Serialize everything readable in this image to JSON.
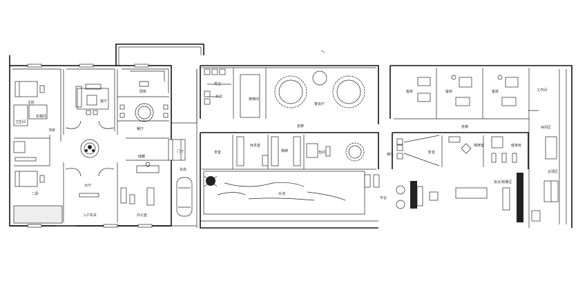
{
  "plan": {
    "rooms": {
      "master_bedroom": "主卧",
      "closet": "衣帽间",
      "bath1": "卫生间",
      "study": "书房",
      "second_bedroom": "二卧",
      "living_room": "客厅",
      "dining": "餐厅",
      "kitchen": "厨房",
      "storage": "储藏",
      "hall": "大厅",
      "entrance": "入户玄关",
      "office": "办公室",
      "garage": "车库",
      "lobby": "门厅",
      "toilet_m": "男卫",
      "toilet_f": "女卫",
      "stair": "楼梯间",
      "banquet": "宴会厅",
      "corridor_a": "走廊",
      "tea_room": "茶室",
      "rest1": "休息室",
      "rest2": "棋牌",
      "vip_dining": "包间",
      "pool": "水池",
      "terrace": "平台",
      "guest1": "客房",
      "guest2": "客房",
      "guest3": "客房",
      "corridor_b": "走廊",
      "staff": "工作间",
      "salon": "休闲区",
      "theater": "影音",
      "mahjong": "棋牌室",
      "gym": "健身房",
      "meeting": "会议/就餐区",
      "billiard": "台球区",
      "rec": "娱乐"
    }
  }
}
